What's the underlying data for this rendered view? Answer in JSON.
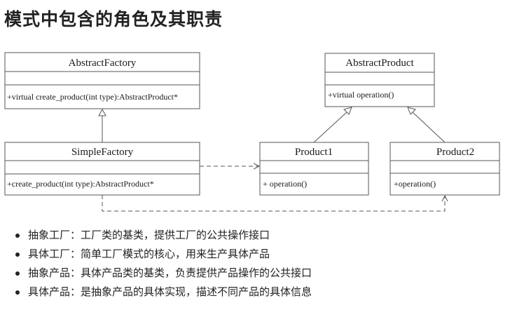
{
  "page_title": "模式中包含的角色及其职责",
  "diagram": {
    "classes": {
      "abstract_factory": {
        "name": "AbstractFactory",
        "members": [
          "+virtual create_product(int type):AbstractProduct*"
        ]
      },
      "simple_factory": {
        "name": "SimpleFactory",
        "members": [
          "+create_product(int type):AbstractProduct*"
        ]
      },
      "abstract_product": {
        "name": "AbstractProduct",
        "members": [
          "+virtual operation()"
        ]
      },
      "product1": {
        "name": "Product1",
        "members": [
          "+ operation()"
        ]
      },
      "product2": {
        "name": "Product2",
        "members": [
          "+operation()"
        ]
      }
    }
  },
  "roles": [
    "抽象工厂：工厂类的基类，提供工厂的公共操作接口",
    "具体工厂：简单工厂模式的核心，用来生产具体产品",
    "抽象产品：具体产品类的基类，负责提供产品操作的公共接口",
    "具体产品：是抽象产品的具体实现，描述不同产品的具体信息"
  ]
}
